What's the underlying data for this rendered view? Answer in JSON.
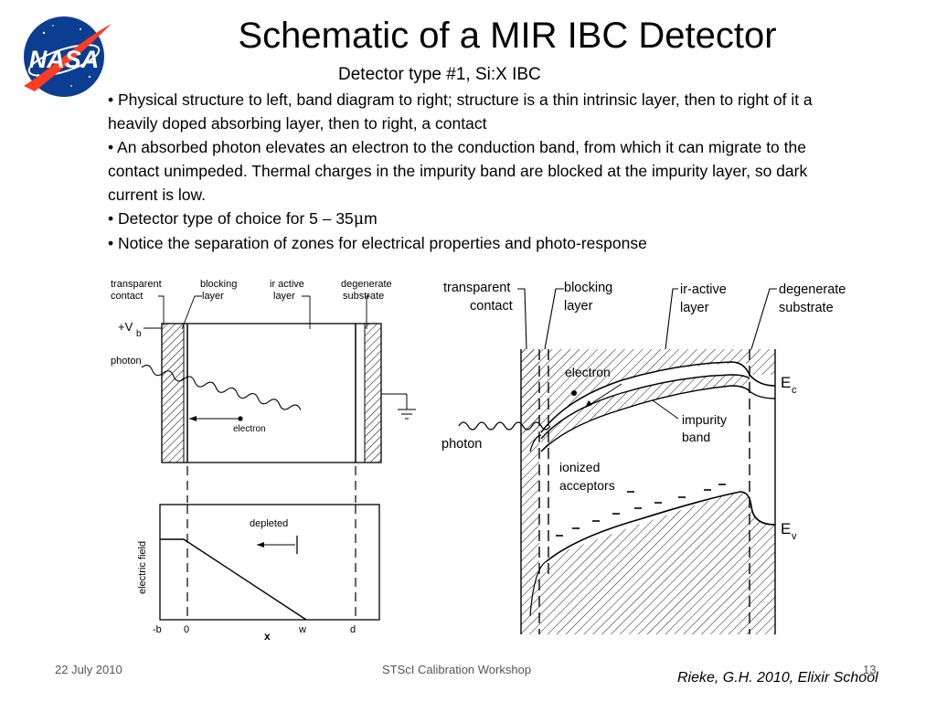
{
  "slide": {
    "title": "Schematic of a MIR IBC Detector",
    "subtitle": "Detector type #1, Si:X IBC",
    "bullets": [
      {
        "text": "Physical structure to left, band diagram to right; structure is a thin intrinsic layer, then to right of it a heavily doped absorbing layer, then to right, a contact"
      },
      {
        "text": "An absorbed photon elevates an electron to the conduction band, from which it can migrate to the contact unimpeded. Thermal charges in the impurity band are blocked at the impurity layer, so dark current is low."
      },
      {
        "prefix": "Detector type of choice for 5 – 35",
        "mu": "μ",
        "suffix": "m"
      },
      {
        "text": "Notice the separation of zones for electrical properties and photo-response"
      }
    ]
  },
  "logo": {
    "text": "NASA",
    "colors": {
      "blue": "#0b3d91",
      "red": "#fc3d21"
    }
  },
  "left_figure": {
    "labels": {
      "transparent": "transparent",
      "contact": "contact",
      "blocking": "blocking",
      "layer_a": "layer",
      "ir_active": "ir  active",
      "layer_b": "layer",
      "degenerate": "degenerate",
      "substrate": "substrate",
      "bias_v": "+V",
      "bias_sub": "b",
      "photon": "photon",
      "electron": "electron"
    },
    "field_plot": {
      "ylabel": "electric  field",
      "xlabel": "x",
      "annotation": "depleted",
      "ticks": [
        "-b",
        "0",
        "w",
        "d"
      ]
    }
  },
  "right_figure": {
    "labels": {
      "transparent": "transparent",
      "contact": "contact",
      "blocking": "blocking",
      "layer_a": "layer",
      "ir_active": "ir-active",
      "layer_b": "layer",
      "degenerate": "degenerate",
      "substrate": "substrate",
      "electron": "electron",
      "impurity": "impurity",
      "band": "band",
      "ionized": "ionized",
      "acceptors": "acceptors",
      "photon": "photon",
      "ec_main": "E",
      "ec_sub": "c",
      "ev_main": "E",
      "ev_sub": "v"
    }
  },
  "footer": {
    "date": "22 July 2010",
    "event": "STScI Calibration Workshop",
    "page": "13",
    "citation": "Rieke, G.H. 2010, Elixir School"
  }
}
